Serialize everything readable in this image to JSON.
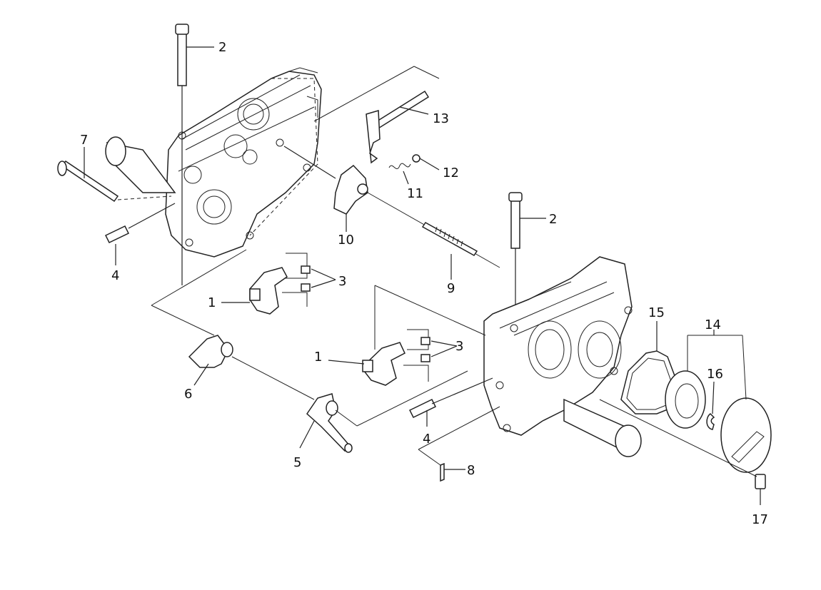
{
  "callouts": {
    "c2a": "2",
    "c7": "7",
    "c4a": "4",
    "c1a": "1",
    "c3a": "3",
    "c13": "13",
    "c12": "12",
    "c11": "11",
    "c10": "10",
    "c9": "9",
    "c2b": "2",
    "c6": "6",
    "c5": "5",
    "c1b": "1",
    "c3b": "3",
    "c4b": "4",
    "c8": "8",
    "c15": "15",
    "c14": "14",
    "c16": "16",
    "c17": "17"
  },
  "colors": {
    "line": "#222222",
    "background": "#ffffff"
  }
}
